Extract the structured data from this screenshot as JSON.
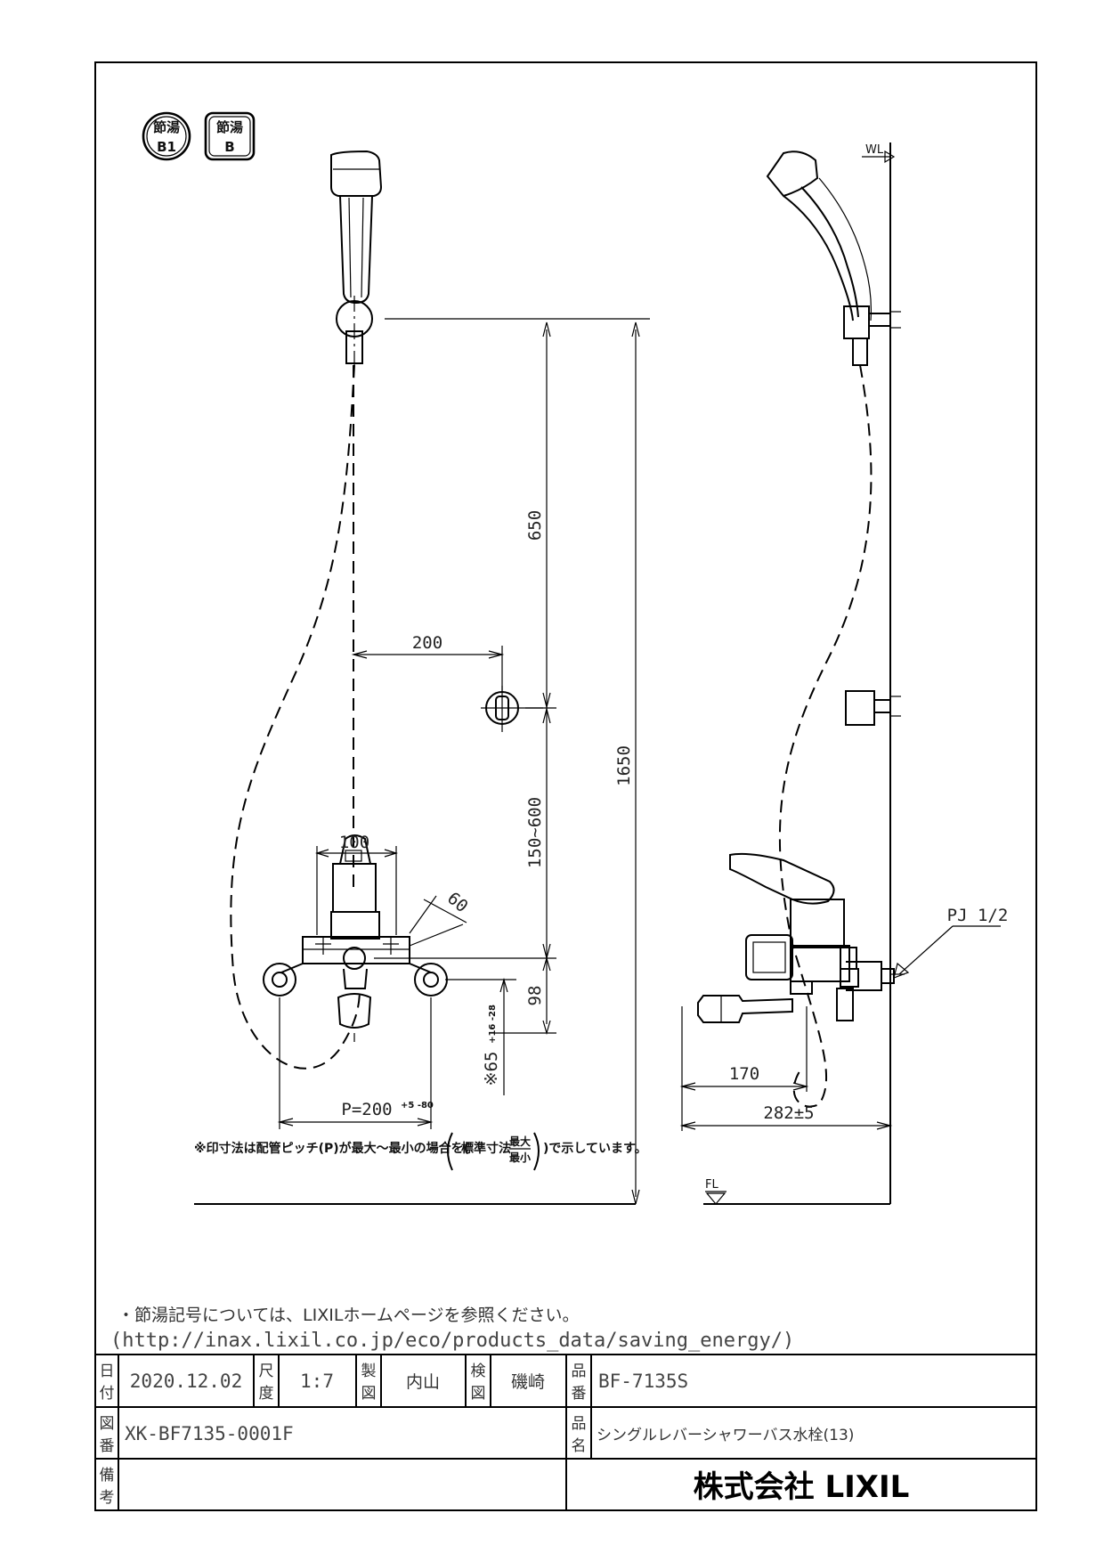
{
  "badges": [
    {
      "top": "節湯",
      "bottom": "B1"
    },
    {
      "top": "節湯",
      "bottom": "B"
    }
  ],
  "dimensions": {
    "d650": "650",
    "d1650": "1650",
    "d200": "200",
    "d150_600": "150~600",
    "d100": "100",
    "d60": "60",
    "d98": "98",
    "d65": "※65",
    "d65_tol": "+16 -28",
    "pitch": "P=200",
    "pitch_tol": "+5 -80",
    "d170": "170",
    "d282": "282±5",
    "pj": "PJ 1/2",
    "wl": "WL",
    "fl": "FL"
  },
  "notes": {
    "pitch_note_a": "※印寸法は配管ピッチ(P)が最大～最小の場合を(",
    "pitch_note_b": "標準寸法",
    "pitch_note_max": "最大",
    "pitch_note_min": "最小",
    "pitch_note_c": ")で示しています。",
    "saving_note": "・節湯記号については、LIXILホームページを参照ください。",
    "url": "(http://inax.lixil.co.jp/eco/products_data/saving_energy/)"
  },
  "title_block": {
    "date_label": [
      "日",
      "付"
    ],
    "date_value": "2020.12.02",
    "scale_label": [
      "尺",
      "度"
    ],
    "scale_value": "1:7",
    "drawn_label": [
      "製",
      "図"
    ],
    "drawn_value": "内山",
    "checked_label": [
      "検",
      "図"
    ],
    "checked_value": "磯崎",
    "product_no_label": [
      "品",
      "番"
    ],
    "product_no_value": "BF-7135S",
    "drawing_no_label": [
      "図",
      "番"
    ],
    "drawing_no_value": "XK-BF7135-0001F",
    "product_name_label": [
      "品",
      "名"
    ],
    "product_name_value": "シングルレバーシャワーバス水栓(13)",
    "remarks_label": [
      "備",
      "考"
    ],
    "remarks_value": "",
    "company": "株式会社 LIXIL"
  }
}
